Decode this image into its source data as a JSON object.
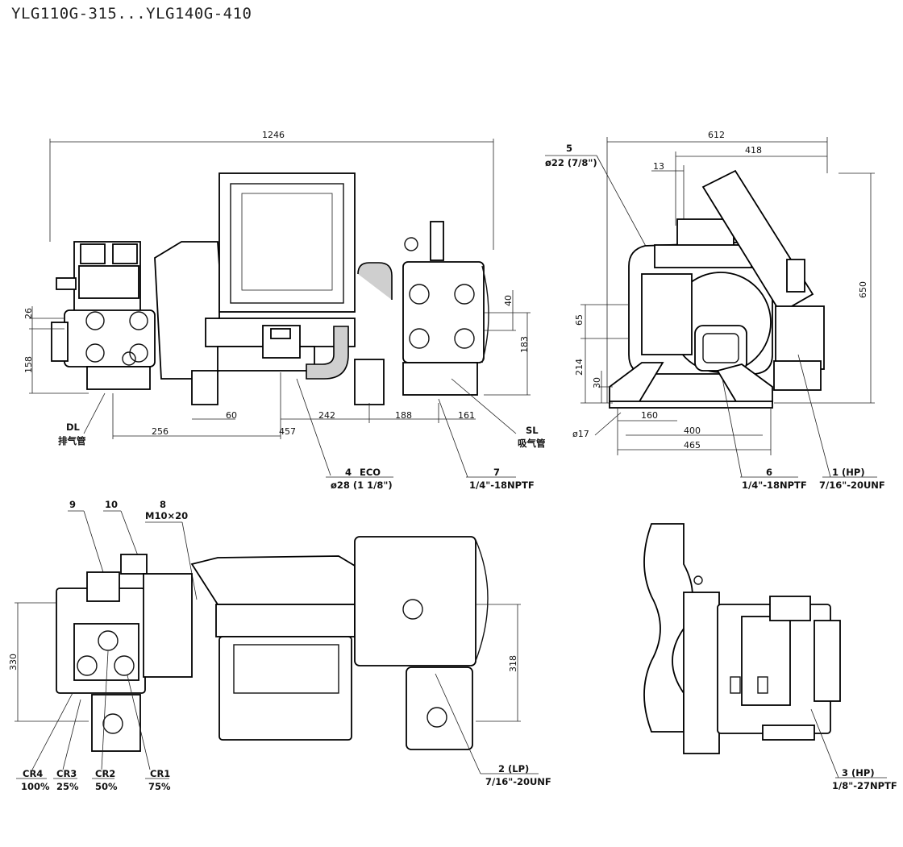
{
  "title": "YLG110G-315...YLG140G-410",
  "front_view": {
    "dims": {
      "overall": "1246",
      "d26": "26",
      "d158": "158",
      "d40": "40",
      "d183": "183",
      "d60": "60",
      "d242": "242",
      "d188": "188",
      "d161": "161",
      "d256": "256",
      "d457": "457"
    },
    "labels": {
      "dl_code": "DL",
      "dl_name": "排气管",
      "sl_code": "SL",
      "sl_name": "吸气管",
      "eco_num": "4",
      "eco_code": "ECO",
      "eco_size": "ø28 (1 1/8\")",
      "p7_num": "7",
      "p7_size": "1/4\"-18NPTF"
    }
  },
  "side_view": {
    "dims": {
      "overall": "612",
      "d418": "418",
      "d13": "13",
      "d650": "650",
      "d65": "65",
      "d214": "214",
      "d30": "30",
      "d160": "160",
      "d400": "400",
      "d465": "465",
      "d17": "ø17"
    },
    "labels": {
      "p5_num": "5",
      "p5_size": "ø22 (7/8\")",
      "p6_num": "6",
      "p6_size": "1/4\"-18NPTF",
      "p1_num": "1 (HP)",
      "p1_size": "7/16\"-20UNF"
    }
  },
  "top_view": {
    "dims": {
      "d330": "330",
      "d318": "318"
    },
    "labels": {
      "p9": "9",
      "p10": "10",
      "p8_num": "8",
      "p8_size": "M10×20",
      "cr4": "CR4",
      "cr4_pct": "100%",
      "cr3": "CR3",
      "cr3_pct": "25%",
      "cr2": "CR2",
      "cr2_pct": "50%",
      "cr1": "CR1",
      "cr1_pct": "75%",
      "p2_num": "2 (LP)",
      "p2_size": "7/16\"-20UNF"
    }
  },
  "detail_view": {
    "labels": {
      "p3_num": "3 (HP)",
      "p3_size": "1/8\"-27NPTF"
    }
  }
}
